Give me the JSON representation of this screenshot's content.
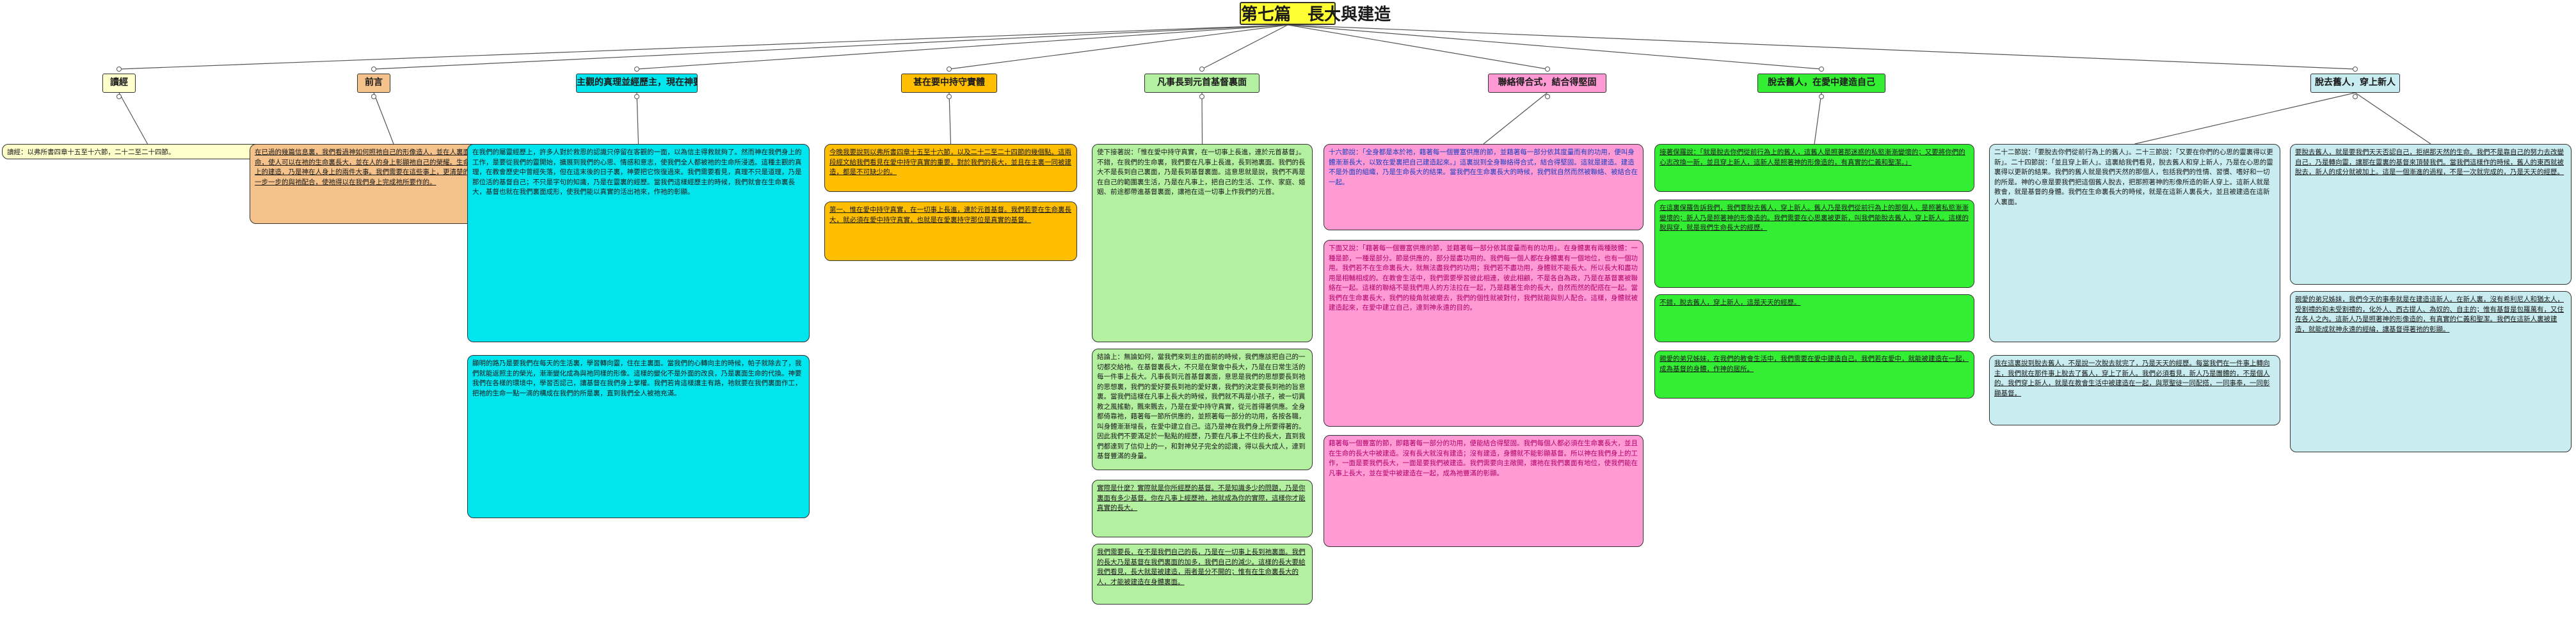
{
  "title": "第七篇　長大與建造",
  "colors": {
    "root": "#ffff33",
    "line": "#555555"
  },
  "branches": [
    {
      "id": "b1",
      "label": "讀經",
      "bg": "#ffffcc",
      "cards": [
        {
          "bg": "#ffffcc",
          "text": "讀經：以弗所書四章十五至十六節，二十二至二十四節。"
        }
      ]
    },
    {
      "id": "b2",
      "label": "前言",
      "bg": "#f4c28a",
      "cards": [
        {
          "bg": "#f4c28a",
          "text": "在已過的幾篇信息裏，我們看過神如何照祂自己的形像造人，並在人裏面擺上了祂自己的生命，使人可以在祂的生命裏長大，並在人的身上彰顯祂自己的榮耀。生命的長大，和主在人身上的建造，乃是神在人身上的兩件大事。我們需要在這些事上，更清楚的看見神的心意，並且一步一步的與祂配合，使祂得以在我們身上完成祂所要作的。"
        }
      ]
    },
    {
      "id": "b3",
      "label": "主觀的真理並經歷主，現在神要恢復",
      "bg": "#00e5ee",
      "cards": [
        {
          "bg": "#00e5ee",
          "text": "在我們的屬靈經歷上，許多人對於救恩的認識只停留在客觀的一面，以為信主得救就夠了。然而神在我們身上的工作，是要從我們的靈開始，擴展到我們的心思、情感和意志，使我們全人都被祂的生命所浸透。這種主觀的真理，在教會歷史中曾經失落，但在這末後的日子裏，神要把它恢復過來。我們需要看見，真理不只是道理，乃是那位活的基督自己；不只是字句的知識，乃是在靈裏的經歷。當我們這樣經歷主的時候，我們就會在生命裏長大，基督也就在我們裏面成形，使我們能以真實的活出祂來，作祂的彰顯。"
        },
        {
          "bg": "#00e5ee",
          "text": "顯明的路乃是要我們在每天的生活裏，學習轉向靈，住在主裏面。當我們的心轉向主的時候，帕子就除去了，我們就能返照主的榮光，漸漸變化成為與祂同樣的形像。這樣的變化不是外面的改良，乃是裏面生命的代換。神要我們在各樣的環境中，學習否認己，讓基督在我們身上掌權。我們若肯這樣讓主有路，祂就要在我們裏面作工，把祂的生命一點一滴的構成在我們的所是裏，直到我們全人被祂充滿。"
        }
      ]
    },
    {
      "id": "b4",
      "label": "甚在要中持守實體",
      "bg": "#ffbf00",
      "cards": [
        {
          "bg": "#ffbf00",
          "text": "今晚我要說到以弗所書四章十五至十六節，以及二十二至二十四節的幾個點。這兩段經文給我們看見在愛中持守真實的重要，對於我們的長大，並且在主裏一同被建造，都是不可缺少的。"
        },
        {
          "bg": "#ffbf00",
          "text": "第一、惟在愛中持守真實，在一切事上長進，連於元首基督。我們若要在生命裏長大，就必須在愛中持守真實，也就是在愛裏持守那位是真實的基督。"
        }
      ]
    },
    {
      "id": "b5",
      "label": "凡事長到元首基督裏面",
      "bg": "#b3f0a0",
      "cards": [
        {
          "bg": "#b3f0a0",
          "text": "使下接著說：「惟在愛中持守真實，在一切事上長進，連於元首基督」。不錯，在我們的生命裏，我們要在凡事上長進，長到祂裏面。我們的長大不是長到自己裏面，乃是長到基督裏面。這意思就是說，我們不再是在自己的範圍裏生活，乃是在凡事上，把自己的生活、工作、家庭、婚姻、前途都帶進基督裏面，讓祂在這一切事上作我們的元首。"
        },
        {
          "bg": "#b3f0a0",
          "text": "結論上：無論如何，當我們來到主的面前的時候，我們應該把自己的一切都交給祂。在基督裏長大，不只是在聚會中長大，乃是在日常生活的每一件事上長大。凡事長到元首基督裏面，意思是我們的思想要長到祂的思想裏，我們的愛好要長到祂的愛好裏，我們的決定要長到祂的旨意裏。當我們這樣在凡事上長大的時候，我們就不再是小孩子，被一切異教之風搖動，飄來飄去，乃是在愛中持守真實，從元首得著供應。全身都倚靠祂，藉著每一節所供應的，並照著每一部分的功用，各按各職，叫身體漸漸增長，在愛中建立自己。這乃是神在我們身上所要得著的。因此我們不要滿足於一點點的經歷，乃要在凡事上不住的長大，直到我們都達到了信仰上的一，和對神兒子完全的認識，得以長大成人，達到基督豐滿的身量。"
        },
        {
          "bg": "#b3f0a0",
          "text": "實際是什麼？實際就是你所經歷的基督。不是知識多少的問題，乃是你裏面有多少基督。你在凡事上經歷祂，祂就成為你的實際，這樣你才能真實的長大。"
        },
        {
          "bg": "#b3f0a0",
          "text": "我們需要長，在不是我們自己的長，乃是在一切事上長到祂裏面。我們的長大乃是基督在我們裏面的加多，我們自己的減少。這樣的長大要給我們看見，長大就是被建造，兩者是分不開的；惟有在生命裏長大的人，才能被建造在身體裏面。"
        }
      ]
    },
    {
      "id": "b6",
      "label": "聯絡得合式，結合得堅固",
      "bg": "#ff9ad5",
      "cards": [
        {
          "bg": "#ff9ad5",
          "text": "十六節說：「全身都是本於祂，藉著每一個豐富供應的節，並藉著每一部分依其度量而有的功用，便叫身體漸漸長大，以致在愛裏把自己建造起來。」這裏說到全身聯絡得合式，結合得堅固。這就是建造。建造不是外面的組織，乃是生命長大的結果。當我們在生命裏長大的時候，我們就自然而然被聯絡、被結合在一起。"
        },
        {
          "bg": "#ff9ad5",
          "text": "下面又說：「藉著每一個豐富供應的節，並藉著每一部分依其度量而有的功用」。在身體裏有兩種肢體：一種是節，一種是部分。節是供應的，部分是盡功用的。我們每一個人都在身體裏有一個地位，也有一個功用。我們若不在生命裏長大，就無法盡我們的功用；我們若不盡功用，身體就不能長大。所以長大和盡功用是相輔相成的。在教會生活中，我們需要學習彼此相連，彼此相顧，不是各自為政，乃是在基督裏被聯絡在一起。這樣的聯絡不是我們用人的方法拉在一起，乃是藉著生命的長大，自然而然的配搭在一起。當我們在生命裏長大，我們的稜角就被磨去，我們的個性就被對付，我們就能與別人配合。這樣，身體就被建造起來，在愛中建立自己，達到神永遠的目的。"
        },
        {
          "bg": "#ff9ad5",
          "text": "藉著每一個豐富的節，即藉著每一部分的功用，便能結合得堅固。我們每個人都必須在生命裏長大，並且在生命的長大中被建造。沒有長大就沒有建造；沒有建造，身體就不能彰顯基督。所以神在我們身上的工作，一面是要我們長大，一面是要我們被建造。我們需要向主敞開，讓祂在我們裏面有地位，使我們能在凡事上長大，並在愛中被建造在一起，成為祂豐滿的彰顯。"
        }
      ]
    },
    {
      "id": "b7",
      "label": "脫去舊人，在愛中建造自己",
      "bg": "#33ee33",
      "cards": [
        {
          "bg": "#33ee33",
          "text": "接著保羅說：「就是脫去你們從前行為上的舊人，這舊人是照著那迷惑的私慾漸漸變壞的；又要將你們的心志改換一新，並且穿上新人，這新人是照著神的形像造的，有真實的仁義和聖潔。」"
        },
        {
          "bg": "#33ee33",
          "text": "在這裏保羅告訴我們，我們要脫去舊人，穿上新人。舊人乃是我們從前行為上的那個人，是照著私慾漸漸變壞的；新人乃是照著神的形像造的。我們需要在心思裏被更新，叫我們能脫去舊人，穿上新人。這樣的脫與穿，就是我們生命長大的經歷。"
        },
        {
          "bg": "#33ee33",
          "text": "不錯，脫去舊人，穿上新人，這是天天的經歷。"
        },
        {
          "bg": "#33ee33",
          "text": "親愛的弟兄姊妹，在我們的教會生活中，我們需要在愛中建造自己。我們若在愛中，就能被建造在一起，成為基督的身體，作神的居所。"
        }
      ]
    },
    {
      "id": "b8",
      "label": "脫去舊人，穿上新人",
      "bg": "#c8ecf0",
      "cards": [
        {
          "bg": "#c8ecf0",
          "text": "二十二節說：「要脫去你們從前行為上的舊人」。二十三節說：「又要在你們的心思的靈裏得以更新」。二十四節說：「並且穿上新人」。這裏給我們看見，脫去舊人和穿上新人，乃是在心思的靈裏得以更新的結果。我們的舊人就是我們天然的那個人，包括我們的性情、習慣、嗜好和一切的所是。神的心意是要我們把這個舊人脫去，把那照著神的形像所造的新人穿上。這新人就是教會，就是基督的身體。我們在生命裏長大的時候，就是在這新人裏長大，並且被建造在這新人裏面。"
        },
        {
          "bg": "#c8ecf0",
          "text": "要脫去舊人，就是要我們天天否認自己，拒絕那天然的生命。我們不是靠自己的努力去改變自己，乃是轉向靈，讓那在靈裏的基督來頂替我們。當我們這樣作的時候，舊人的東西就被脫去，新人的成分就被加上。這是一個漸進的過程，不是一次就完成的，乃是天天的經歷。"
        },
        {
          "bg": "#c8ecf0",
          "text": "我在這裏說到脫去舊人，不是說一次脫去就完了，乃是天天的經歷。每當我們在一件事上轉向主，我們就在那件事上脫去了舊人，穿上了新人。我們必須看見，新人乃是團體的，不是個人的。我們穿上新人，就是在教會生活中被建造在一起，與眾聖徒一同配搭，一同事奉，一同彰顯基督。"
        },
        {
          "bg": "#c8ecf0",
          "text": "親愛的弟兄姊妹，我們今天的事奉就是在建造這新人。在新人裏，沒有希利尼人和猶太人，受割禮的和未受割禮的，化外人、西古提人、為奴的、自主的；惟有基督是包羅萬有，又住在各人之內。這新人乃是照著神的形像造的，有真實的仁義和聖潔。我們在這新人裏被建造，就能成就神永遠的經綸，讓基督得著祂的彰顯。"
        }
      ]
    }
  ]
}
